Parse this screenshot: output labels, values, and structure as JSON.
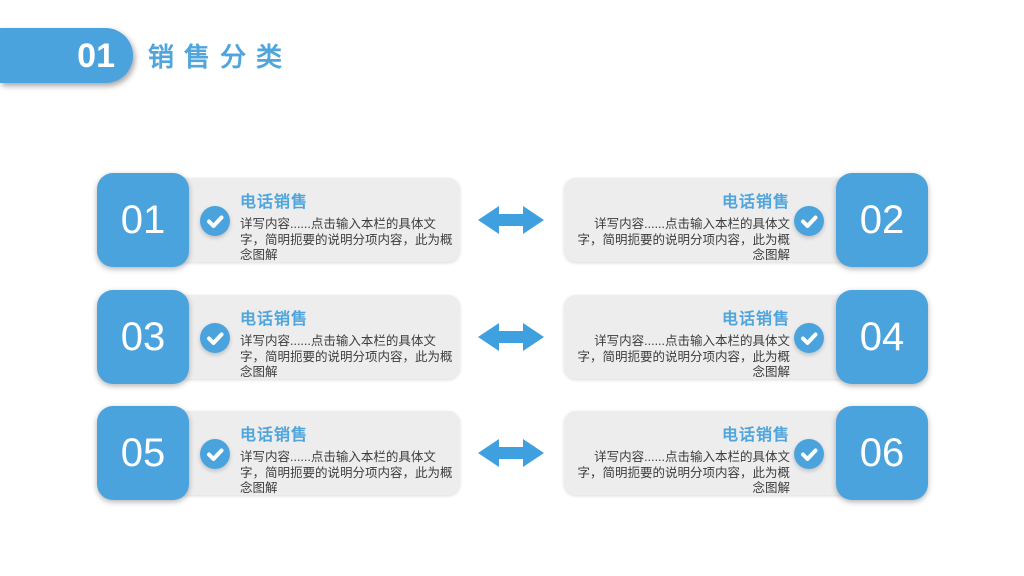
{
  "header": {
    "section_number": "01",
    "title": "销售分类"
  },
  "cards": [
    {
      "number": "01",
      "side": "left",
      "title": "电话销售",
      "body": "详写内容......点击输入本栏的具体文字，简明扼要的说明分项内容，此为概念图解"
    },
    {
      "number": "02",
      "side": "right",
      "title": "电话销售",
      "body": "详写内容......点击输入本栏的具体文字，简明扼要的说明分项内容，此为概念图解"
    },
    {
      "number": "03",
      "side": "left",
      "title": "电话销售",
      "body": "详写内容......点击输入本栏的具体文字，简明扼要的说明分项内容，此为概念图解"
    },
    {
      "number": "04",
      "side": "right",
      "title": "电话销售",
      "body": "详写内容......点击输入本栏的具体文字，简明扼要的说明分项内容，此为概念图解"
    },
    {
      "number": "05",
      "side": "left",
      "title": "电话销售",
      "body": "详写内容......点击输入本栏的具体文字，简明扼要的说明分项内容，此为概念图解"
    },
    {
      "number": "06",
      "side": "right",
      "title": "电话销售",
      "body": "详写内容......点击输入本栏的具体文字，简明扼要的说明分项内容，此为概念图解"
    }
  ],
  "icons": {
    "check": "check-circle-icon",
    "arrow": "double-arrow-icon"
  },
  "colors": {
    "accent_blue": "#4BA3DE",
    "title_blue": "#4FA5DC",
    "arrow_blue": "#3FA0E0",
    "card_background": "#EDEDED",
    "body_text": "#3D3D3D",
    "page_background": "#FFFFFF"
  }
}
